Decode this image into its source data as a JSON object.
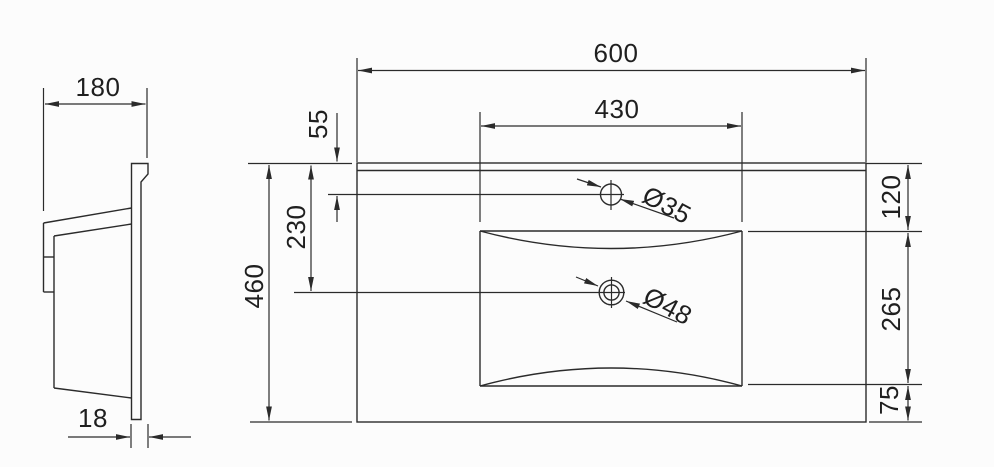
{
  "meta": {
    "drawing_type": "washbasin technical dimension drawing",
    "views": [
      "side profile view",
      "top plan view"
    ],
    "line_color": "#2b2b2b",
    "background_color": "#fcfcfc",
    "text_color": "#1f1f1f"
  },
  "side_view": {
    "width": "180",
    "panel_thickness": "18"
  },
  "plan_view": {
    "overall_width": "600",
    "basin_cutout_width": "430",
    "overall_depth": "460",
    "faucet_centerline_offset": "55",
    "drain_centerline_offset": "230",
    "back_edge_to_basin": "120",
    "basin_front_to_back": "265",
    "basin_to_front_edge": "75",
    "faucet_hole_diameter": "Ø35",
    "drain_hole_diameter": "Ø48"
  }
}
